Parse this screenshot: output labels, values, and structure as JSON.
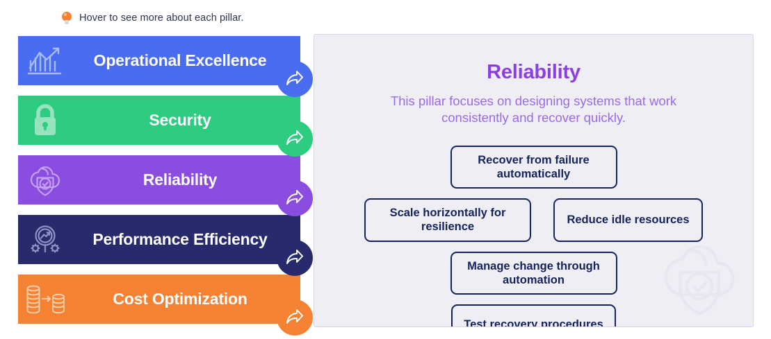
{
  "hint": {
    "icon": "lightbulb-icon",
    "text": "Hover to see more about each pillar."
  },
  "pillars": [
    {
      "id": "operational-excellence",
      "label": "Operational Excellence",
      "color": "#4a6cf0",
      "icon": "bar-chart-growth-icon",
      "arrow_icon": "forward-arrow-icon"
    },
    {
      "id": "security",
      "label": "Security",
      "color": "#2ecc80",
      "icon": "padlock-icon",
      "arrow_icon": "forward-arrow-icon"
    },
    {
      "id": "reliability",
      "label": "Reliability",
      "color": "#8b4de0",
      "icon": "cloud-shield-check-icon",
      "arrow_icon": "forward-arrow-icon"
    },
    {
      "id": "performance-efficiency",
      "label": "Performance Efficiency",
      "color": "#282b6b",
      "icon": "gauge-magnifier-icon",
      "arrow_icon": "forward-arrow-icon"
    },
    {
      "id": "cost-optimization",
      "label": "Cost Optimization",
      "color": "#f58233",
      "icon": "coin-stacks-transfer-icon",
      "arrow_icon": "forward-arrow-icon"
    }
  ],
  "detail": {
    "title": "Reliability",
    "title_color": "#8b3fe0",
    "description": "This pillar focuses on designing systems that work consistently and recover quickly.",
    "description_color": "#9b6ae8",
    "watermark_icon": "cloud-shield-check-icon",
    "chip_color": "#14235c",
    "chips": [
      "Recover from failure automatically",
      "Scale horizontally for resilience",
      "Reduce idle resources",
      "Manage change through automation",
      "Test recovery procedures"
    ]
  }
}
